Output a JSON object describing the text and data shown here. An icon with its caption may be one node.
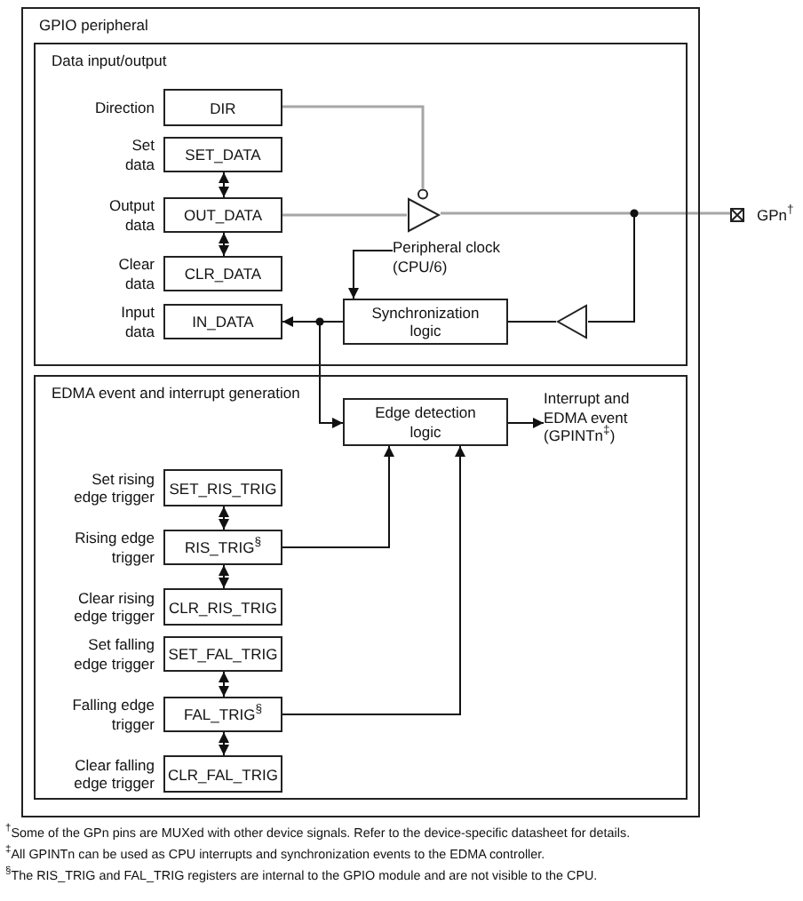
{
  "diagram": {
    "nodes": [
      {
        "text": [
          "GPIO peripheral"
        ]
      },
      {
        "text": [
          "Data input/output"
        ],
        "in": 0
      },
      {
        "text": [
          "DIR"
        ],
        "in": 1,
        "beside": [
          "Direction"
        ]
      },
      {
        "text": [
          "SET_DATA"
        ],
        "in": 1,
        "beside": [
          "Set data"
        ]
      },
      {
        "text": [
          "OUT_DATA"
        ],
        "in": 1,
        "beside": [
          "Output data"
        ]
      },
      {
        "text": [
          "CLR_DATA"
        ],
        "in": 1,
        "beside": [
          "Clear data"
        ]
      },
      {
        "text": [
          "IN_DATA"
        ],
        "in": 1,
        "beside": [
          "Input data"
        ]
      },
      {
        "text": [
          "Synchronization logic"
        ],
        "in": 1
      },
      {
        "text": [],
        "shape": "triangle",
        "in": 1
      },
      {
        "text": [],
        "shape": "triangle",
        "in": 1
      },
      {
        "text": [
          "GPn$^{†}$"
        ]
      },
      {
        "text": [
          "Peripheral clock (CPU/6)"
        ],
        "in": 1
      },
      {
        "text": [
          "EDMA event and interrupt generation"
        ],
        "in": 0
      },
      {
        "text": [
          "Edge detection logic"
        ],
        "in": 12
      },
      {
        "text": [
          "SET_RIS_TRIG"
        ],
        "in": 12,
        "beside": [
          "Set rising edge trigger"
        ]
      },
      {
        "text": [
          "RIS_TRIG$^{§}$"
        ],
        "in": 12,
        "beside": [
          "Rising edge trigger"
        ]
      },
      {
        "text": [
          "CLR_RIS_TRIG"
        ],
        "in": 12,
        "beside": [
          "Clear rising edge trigger"
        ]
      },
      {
        "text": [
          "SET_FAL_TRIG"
        ],
        "in": 12,
        "beside": [
          "Set falling edge trigger"
        ]
      },
      {
        "text": [
          "FAL_TRIG$^{§}$"
        ],
        "in": 12,
        "beside": [
          "Falling edge trigger"
        ]
      },
      {
        "text": [
          "CLR_FAL_TRIG"
        ],
        "in": 12,
        "beside": [
          "Clear falling edge trigger"
        ]
      },
      {
        "text": [
          "Interrupt and EDMA event (GPINTn$^{‡}$)"
        ],
        "in": 12
      }
    ],
    "edges": [
      {
        "from": 2,
        "to": 8,
        "arrow": "none",
        "color": "#a6a6a6"
      },
      {
        "from": 3,
        "to": 4,
        "arrow": "both"
      },
      {
        "from": 4,
        "to": 5,
        "arrow": "both"
      },
      {
        "from": 4,
        "to": 8,
        "arrow": "none",
        "color": "#a6a6a6"
      },
      {
        "from": 8,
        "to": 9,
        "arrow": "none"
      },
      {
        "from": 8,
        "to": 10,
        "arrow": "none",
        "color": "#a6a6a6"
      },
      {
        "from": 9,
        "to": 7,
        "arrow": "none"
      },
      {
        "from": 7,
        "to": 6,
        "arrow": "to"
      },
      {
        "from": 7,
        "to": 13,
        "arrow": "to"
      },
      {
        "from": 11,
        "to": 7,
        "arrow": "to"
      },
      {
        "from": 14,
        "to": 15,
        "arrow": "both"
      },
      {
        "from": 15,
        "to": 16,
        "arrow": "both"
      },
      {
        "from": 17,
        "to": 18,
        "arrow": "both"
      },
      {
        "from": 18,
        "to": 19,
        "arrow": "both"
      },
      {
        "from": 15,
        "to": 13,
        "arrow": "to"
      },
      {
        "from": 18,
        "to": 13,
        "arrow": "to"
      },
      {
        "from": 13,
        "to": 20,
        "arrow": "to"
      }
    ],
    "labels": [
      "$^{†}$Some of the GPn pins are MUXed with other device signals. Refer to the device-specific datasheet for details.",
      "$^{‡}$All GPINTn can be used as CPU interrupts and synchronization events to the EDMA controller.",
      "$^{§}$The RIS_TRIG and FAL_TRIG registers are internal to the GPIO module and are not visible to the CPU."
    ]
  }
}
